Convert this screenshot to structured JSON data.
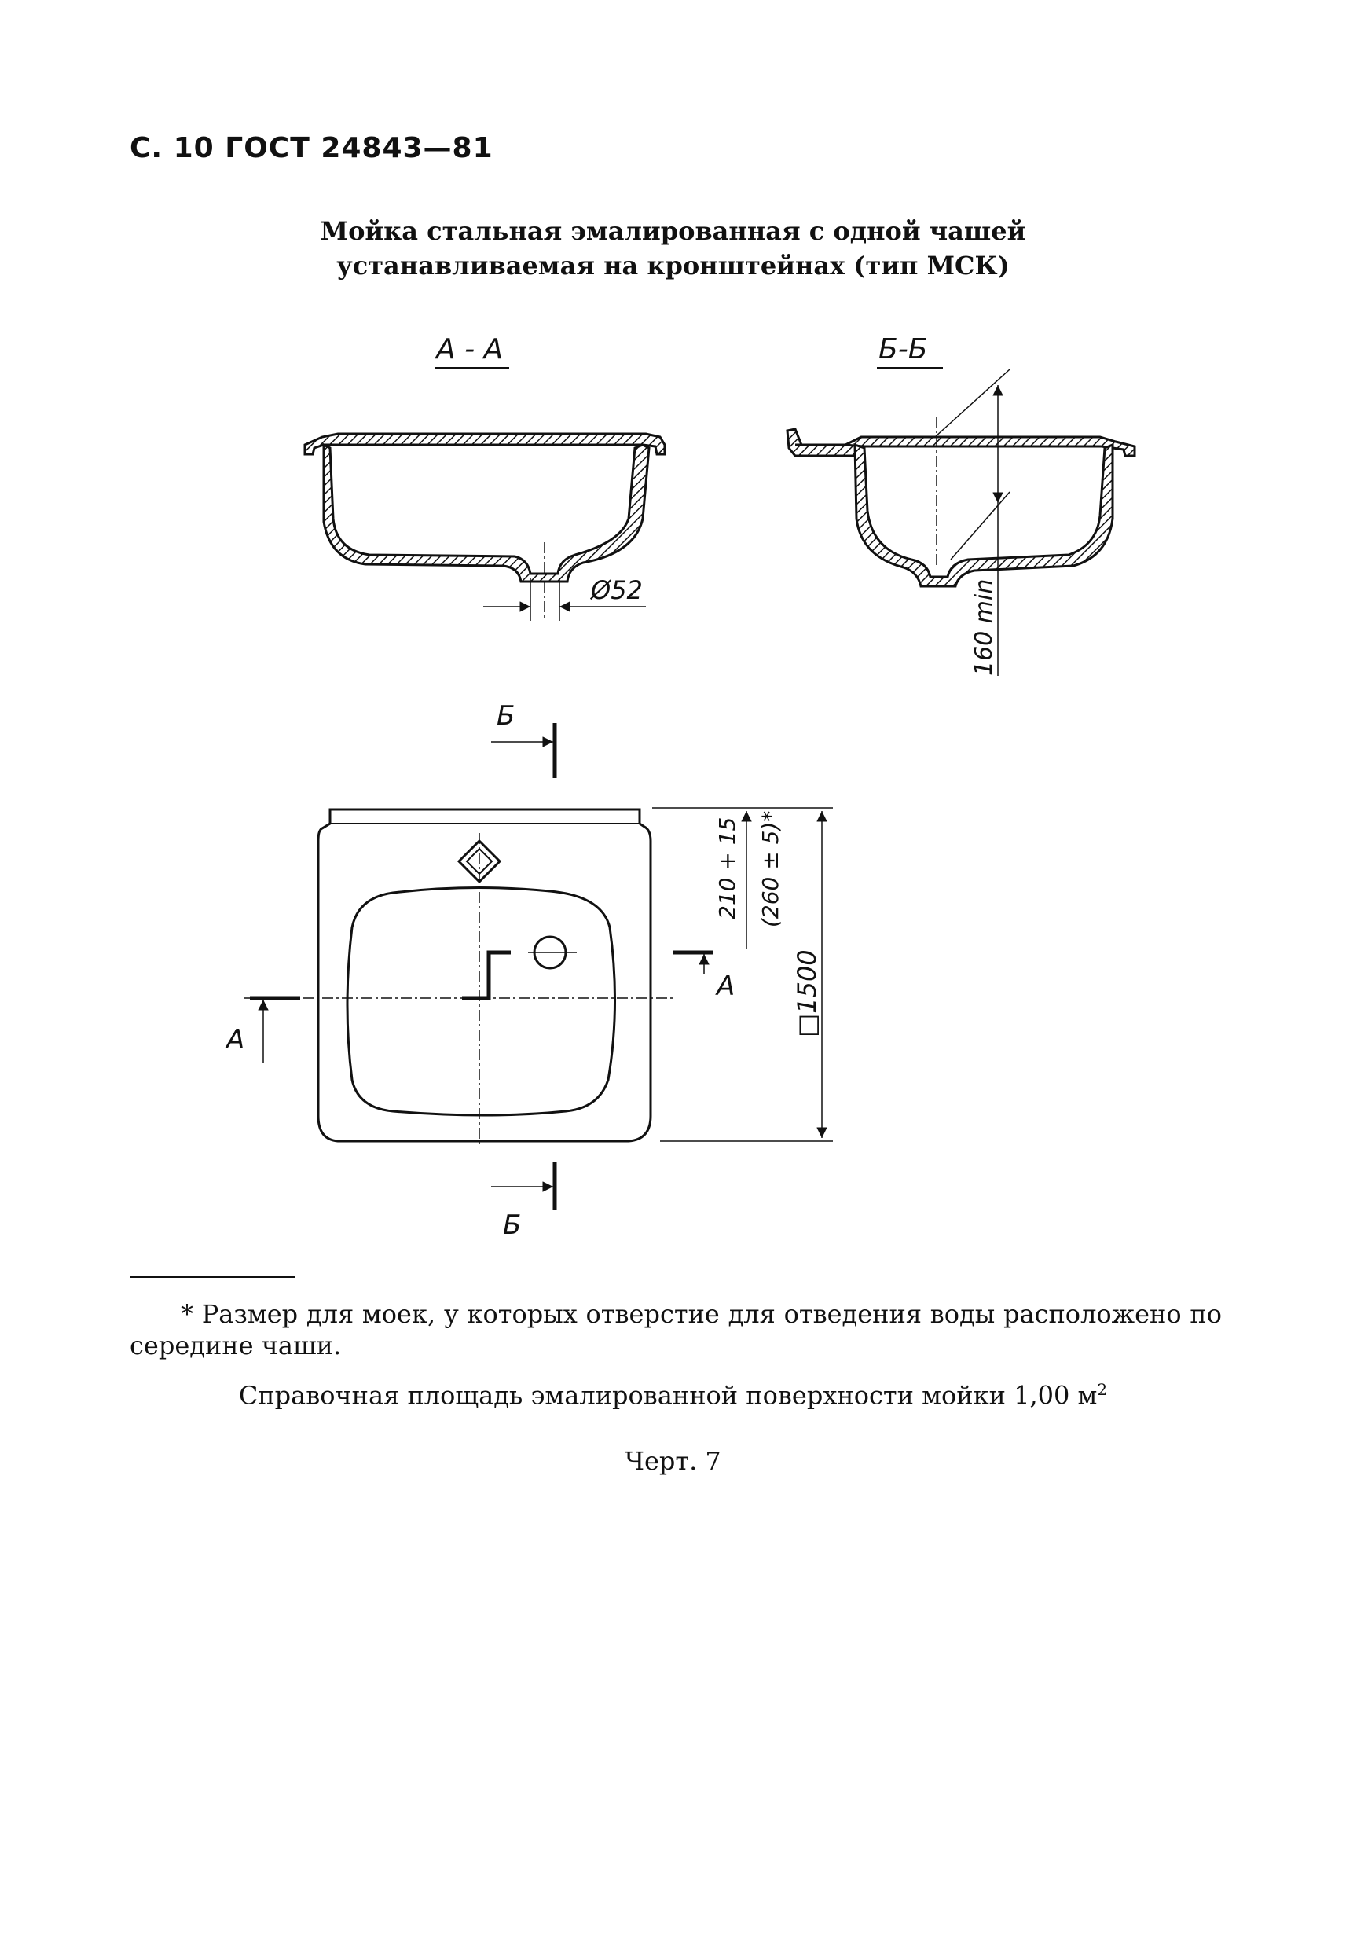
{
  "page": {
    "header": "С. 10 ГОСТ 24843—81",
    "title_line1": "Мойка стальная эмалированная с одной чашей",
    "title_line2": "устанавливаемая на кронштейнах (тип МСК)"
  },
  "drawing": {
    "section_aa_label": "А - А",
    "section_bb_label": "Б-Б",
    "dim_drain": "Ø52",
    "dim_height": "160 min",
    "dim_depth": "210 + 15",
    "dim_depth_alt": "(260 ± 5)*",
    "dim_size": "□1500",
    "cut_a": "А",
    "cut_b": "Б"
  },
  "notes": {
    "footnote": "* Размер для моек, у которых отверстие для отведения воды расположено по середине чаши.",
    "reference_area": "Справочная площадь эмалированной поверхности мойки 1,00 м",
    "reference_unit_sup": "2",
    "figure_caption": "Черт. 7"
  }
}
